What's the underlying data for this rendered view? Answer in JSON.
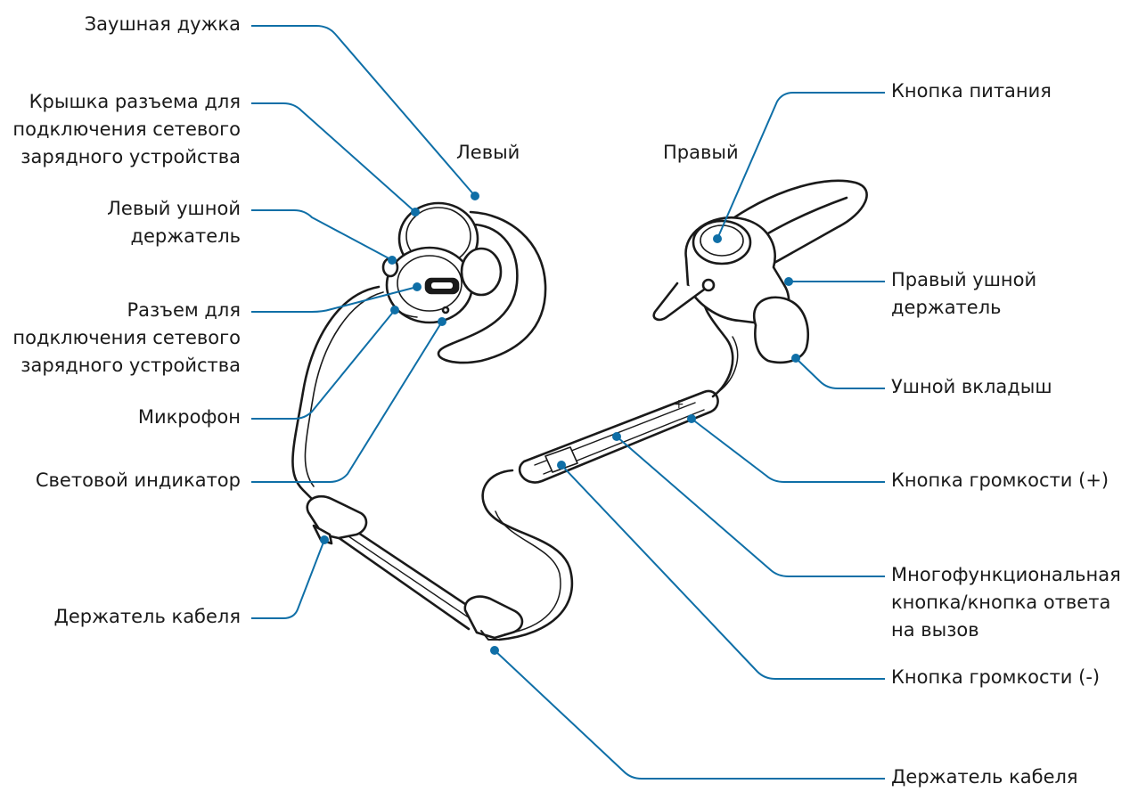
{
  "side_labels": {
    "left": "Левый",
    "right": "Правый"
  },
  "callouts_left": [
    {
      "lines": [
        "Заушная дужка"
      ]
    },
    {
      "lines": [
        "Крышка разъема для",
        "подключения сетевого",
        "зарядного устройства"
      ]
    },
    {
      "lines": [
        "Левый ушной",
        "держатель"
      ]
    },
    {
      "lines": [
        "Разъем для",
        "подключения сетевого",
        "зарядного устройства"
      ]
    },
    {
      "lines": [
        "Микрофон"
      ]
    },
    {
      "lines": [
        "Световой индикатор"
      ]
    },
    {
      "lines": [
        "Держатель кабеля"
      ]
    }
  ],
  "callouts_right": [
    {
      "lines": [
        "Кнопка питания"
      ]
    },
    {
      "lines": [
        "Правый ушной",
        "держатель"
      ]
    },
    {
      "lines": [
        "Ушной вкладыш"
      ]
    },
    {
      "lines": [
        "Кнопка громкости (+)"
      ]
    },
    {
      "lines": [
        "Многофункциональная",
        "кнопка/кнопка ответа",
        "на вызов"
      ]
    },
    {
      "lines": [
        "Кнопка громкости (-)"
      ]
    },
    {
      "lines": [
        "Держатель кабеля"
      ]
    }
  ],
  "colors": {
    "leader": "#0f6fa7",
    "outline": "#1a1a1a",
    "text": "#1a1a1a"
  }
}
